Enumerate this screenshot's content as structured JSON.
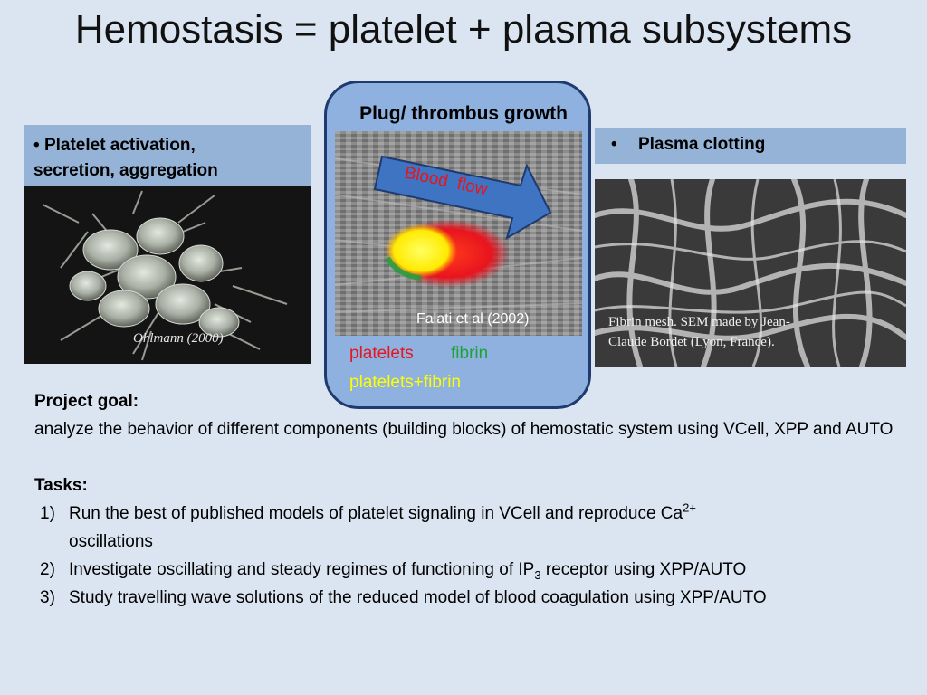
{
  "slide": {
    "title": "Hemostasis = platelet + plasma subsystems"
  },
  "left_panel": {
    "bullet": "•",
    "label_line1": "Platelet activation,",
    "label_line2": "secretion, aggregation",
    "image_credit": "Ohlmann (2000)"
  },
  "center_panel": {
    "heading": "Plug/ thrombus growth",
    "arrow_label": "Blood  flow",
    "image_credit": "Falati et al (2002)",
    "legend": {
      "platelets": "platelets",
      "fibrin": "fibrin",
      "platelets_fibrin": "platelets+fibrin"
    },
    "colors": {
      "platelets": "#e8141e",
      "fibrin": "#1fa13a",
      "platelets_fibrin": "#ffff00",
      "box_fill": "#8eb1df",
      "box_border": "#1f3a6e",
      "arrow": "#3f74c2"
    }
  },
  "right_panel": {
    "bullet": "•",
    "label": "Plasma clotting",
    "image_credit_line1": "Fibrin mesh. SEM made by Jean-",
    "image_credit_line2": "Claude Bordet (Lyon, France)."
  },
  "content": {
    "goal_heading": "Project goal:",
    "goal_text": "analyze the behavior of different components (building blocks) of hemostatic system using VCell, XPP and AUTO",
    "tasks_heading": "Tasks:",
    "tasks": [
      {
        "num": "1)",
        "pre": "Run the best of published models of platelet signaling in VCell and reproduce Ca",
        "sup": "2+",
        "post": " oscillations"
      },
      {
        "num": "2)",
        "pre": "Investigate oscillating and steady regimes of functioning of IP",
        "sub": "3",
        "post": " receptor using XPP/AUTO"
      },
      {
        "num": "3)",
        "text": "Study travelling wave solutions of the reduced model of blood coagulation using XPP/AUTO"
      }
    ]
  }
}
